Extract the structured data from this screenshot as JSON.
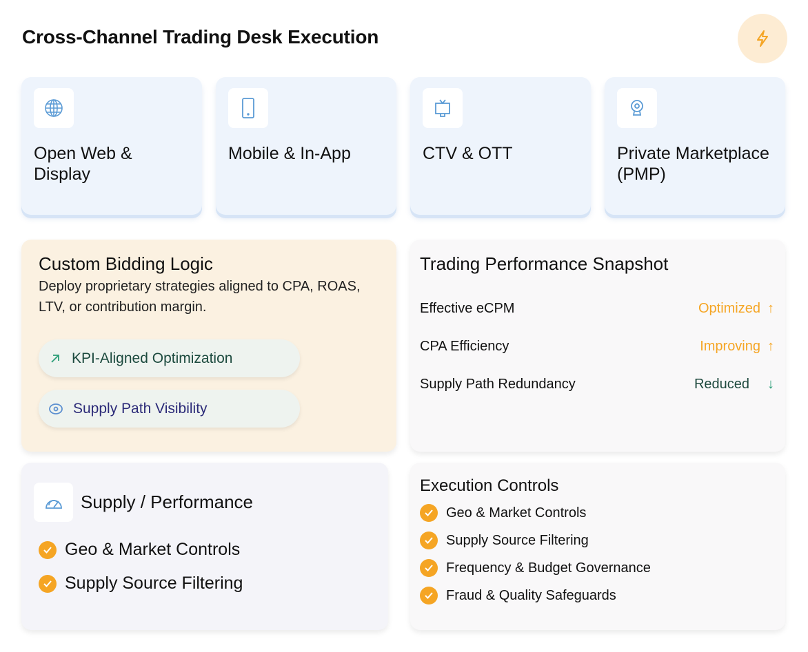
{
  "header": {
    "title": "Cross-Channel Trading Desk Execution",
    "action_icon": "lightning-bolt-icon"
  },
  "channels": [
    {
      "label": "Open Web & Display",
      "icon": "globe-icon"
    },
    {
      "label": "Mobile & In-App",
      "icon": "smartphone-icon"
    },
    {
      "label": "CTV & OTT",
      "icon": "tv-icon"
    },
    {
      "label": "Private Marketplace (PMP)",
      "icon": "webcam-icon"
    }
  ],
  "bidding": {
    "title": "Custom Bidding Logic",
    "description": "Deploy proprietary strategies aligned to CPA, ROAS, LTV, or contribution margin.",
    "pills": [
      {
        "label": "KPI-Aligned Optimization",
        "icon": "arrow-up-right-icon"
      },
      {
        "label": "Supply Path Visibility",
        "icon": "eye-icon"
      }
    ]
  },
  "snapshot": {
    "title": "Trading Performance Snapshot",
    "rows": [
      {
        "label": "Effective eCPM",
        "value": "Optimized",
        "trend": "up",
        "color": "#f5a524"
      },
      {
        "label": "CPA Efficiency",
        "value": "Improving",
        "trend": "up",
        "color": "#f5a524"
      },
      {
        "label": "Supply Path Redundancy",
        "value": "Reduced",
        "trend": "down",
        "color": "#1f4a3f"
      }
    ]
  },
  "supply": {
    "title": "Supply / Performance",
    "items": [
      "Geo & Market Controls",
      "Supply Source Filtering"
    ]
  },
  "execution": {
    "title": "Execution Controls",
    "items": [
      "Geo & Market Controls",
      "Supply Source Filtering",
      "Frequency & Budget Governance",
      "Fraud & Quality Safeguards"
    ]
  }
}
